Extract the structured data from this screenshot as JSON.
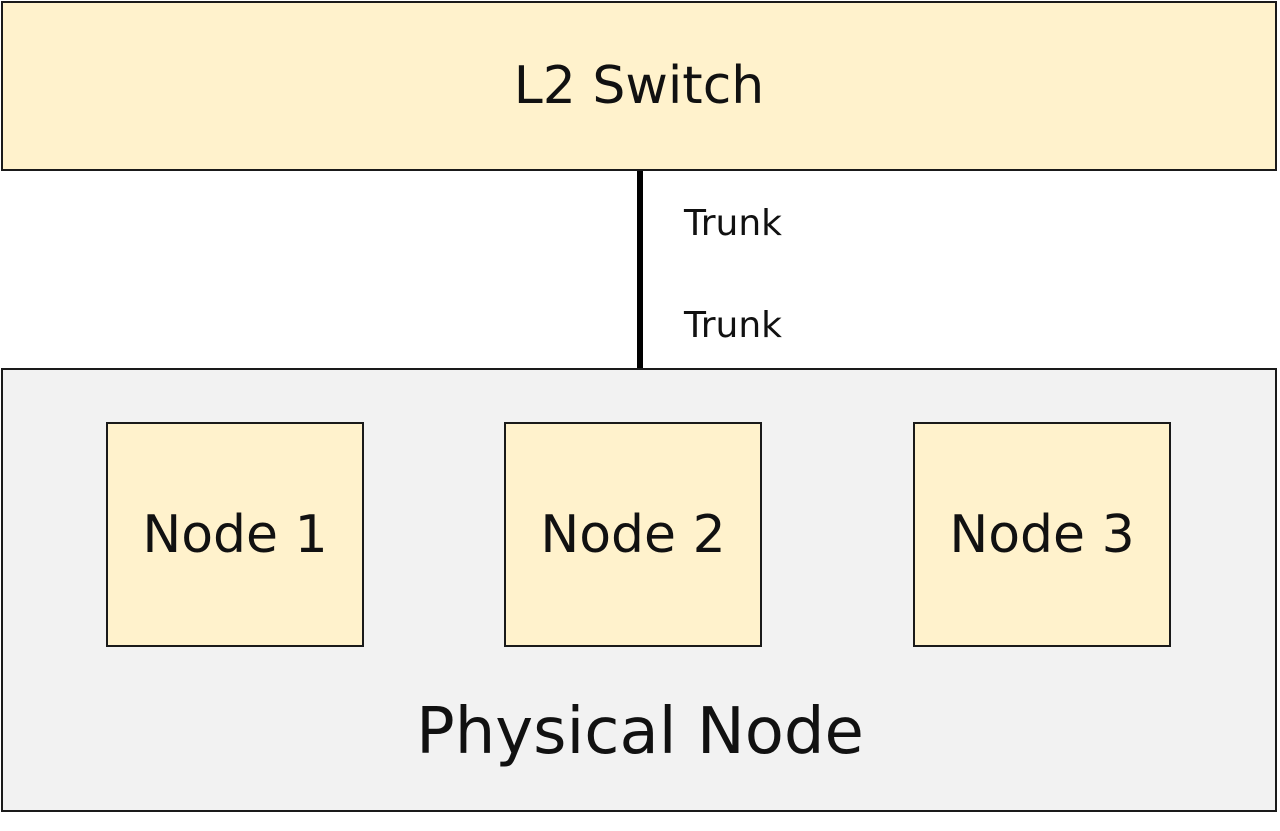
{
  "switch": {
    "label": "L2 Switch"
  },
  "link": {
    "top_label": "Trunk",
    "bottom_label": "Trunk"
  },
  "physical_node": {
    "label": "Physical Node",
    "nodes": [
      {
        "label": "Node 1"
      },
      {
        "label": "Node 2"
      },
      {
        "label": "Node 3"
      }
    ]
  },
  "colors": {
    "box_fill": "#fff2cc",
    "container_fill": "#f2f2f2",
    "border": "#1a1a1a"
  }
}
